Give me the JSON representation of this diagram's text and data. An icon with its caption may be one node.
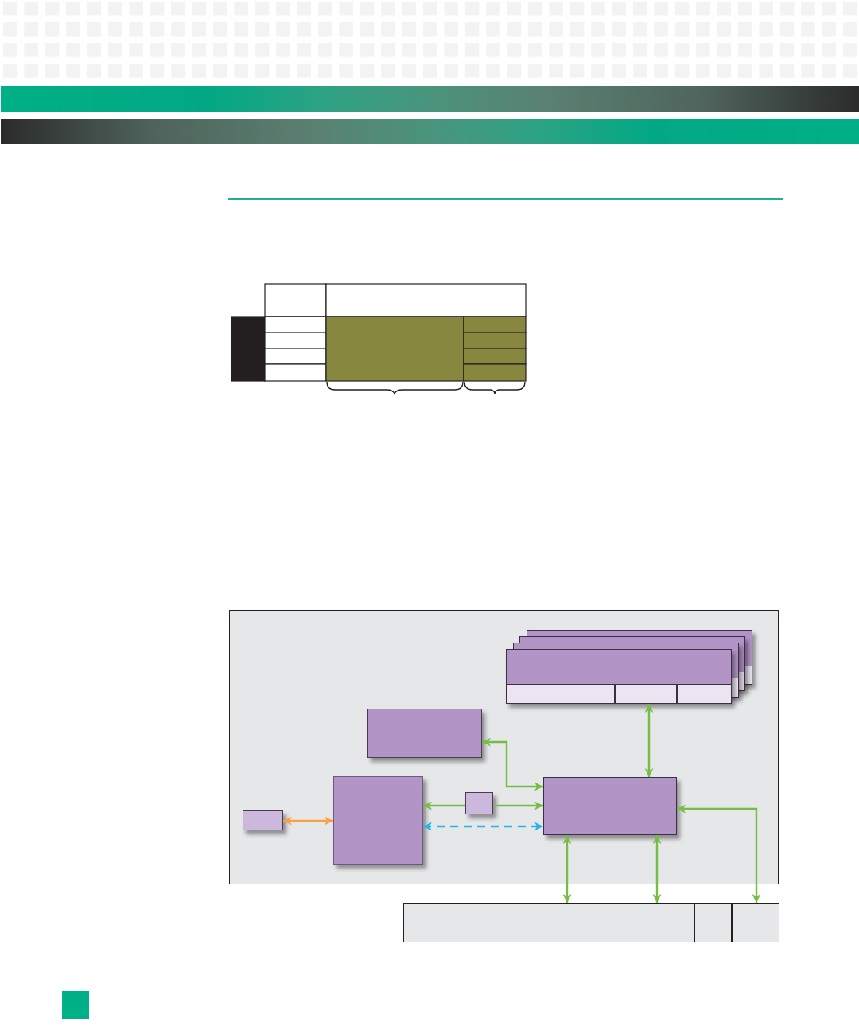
{
  "diagram": {
    "nodes": [
      {
        "text": [],
        "shape": "box"
      },
      {
        "text": [],
        "shape": "box",
        "in": 0
      },
      {
        "text": [],
        "shape": "box",
        "in": 1
      },
      {
        "text": [],
        "shape": "box",
        "in": 1
      },
      {
        "text": [],
        "shape": "box",
        "in": 1
      },
      {
        "text": [],
        "shape": "box",
        "in": 0
      },
      {
        "text": [],
        "shape": "box",
        "in": 0
      },
      {
        "text": [],
        "shape": "box",
        "in": 0
      },
      {
        "text": [],
        "shape": "box",
        "in": 0
      },
      {
        "text": [],
        "shape": "box",
        "in": 0
      },
      {
        "text": [],
        "shape": "box"
      },
      {
        "text": [],
        "shape": "box",
        "in": 10
      },
      {
        "text": [],
        "shape": "box",
        "in": 10
      },
      {
        "text": [],
        "shape": "box",
        "in": 10
      }
    ],
    "edges": [
      {
        "from": 3,
        "to": 9,
        "arrow": "both"
      },
      {
        "from": 5,
        "to": 9,
        "arrow": "both"
      },
      {
        "from": 8,
        "to": 6,
        "arrow": "to"
      },
      {
        "from": 8,
        "to": 9,
        "arrow": "to"
      },
      {
        "from": 6,
        "to": 9,
        "arrow": "both",
        "style": "dashed",
        "color": "#27b4e6"
      },
      {
        "from": 7,
        "to": 6,
        "arrow": "both",
        "color": "#f5a145"
      },
      {
        "from": 9,
        "to": 11,
        "arrow": "both"
      },
      {
        "from": 9,
        "to": 11,
        "arrow": "both"
      },
      {
        "from": 9,
        "to": 13,
        "arrow": "both"
      }
    ]
  }
}
